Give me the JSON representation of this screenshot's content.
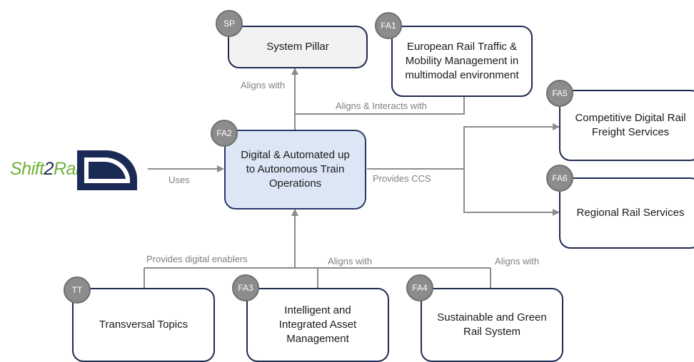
{
  "logo": {
    "part1": "Shift",
    "part2": "2",
    "part3": "Rail"
  },
  "nodes": {
    "sp": {
      "badge": "SP",
      "label": "System Pillar"
    },
    "fa1": {
      "badge": "FA1",
      "label": "European Rail Traffic & Mobility Management in multimodal environment"
    },
    "fa2": {
      "badge": "FA2",
      "label": "Digital & Automated up to Autonomous Train Operations"
    },
    "fa5": {
      "badge": "FA5",
      "label": "Competitive Digital Rail Freight Services"
    },
    "fa6": {
      "badge": "FA6",
      "label": "Regional Rail Services"
    },
    "tt": {
      "badge": "TT",
      "label": "Transversal Topics"
    },
    "fa3": {
      "badge": "FA3",
      "label": "Intelligent and Integrated Asset Management"
    },
    "fa4": {
      "badge": "FA4",
      "label": "Sustainable and Green Rail System"
    }
  },
  "edges": {
    "sp_fa2": "Aligns with",
    "fa1_fa2": "Aligns & Interacts with",
    "logo_fa2": "Uses",
    "fa2_out": "Provides CCS",
    "tt_fa2": "Provides digital enablers",
    "fa3_fa2": "Aligns with",
    "fa4_fa2": "Aligns with"
  },
  "colors": {
    "border": "#1f2a50",
    "central_fill": "#dce6f5",
    "pillar_fill": "#f2f2f2",
    "badge": "#8c8c8c",
    "connector": "#8c8c8c",
    "logo_green": "#6fb23b",
    "logo_navy": "#1b2a55"
  }
}
